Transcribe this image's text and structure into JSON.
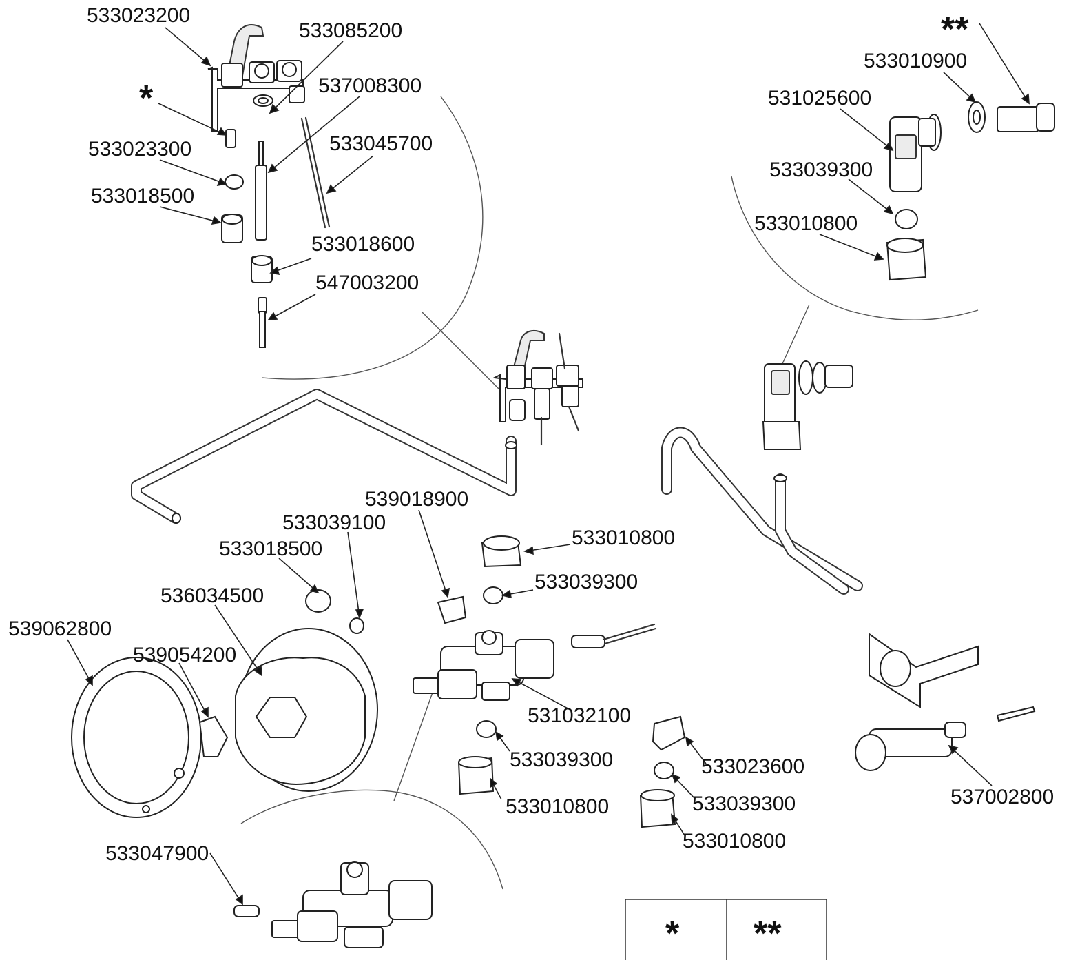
{
  "labels": {
    "top_left": {
      "l1": "533023200",
      "l2": "533085200",
      "l3": "537008300",
      "l4": "*",
      "l5": "533023300",
      "l6": "533045700",
      "l7": "533018500",
      "l8": "533018600",
      "l9": "547003200"
    },
    "top_right": {
      "l1": "**",
      "l2": "533010900",
      "l3": "531025600",
      "l4": "533039300",
      "l5": "533010800"
    },
    "middle": {
      "l1": "539018900",
      "l2": "533039100",
      "l3": "533010800",
      "l4": "533018500",
      "l5": "533039300",
      "l6": "536034500",
      "l7": "539062800",
      "l8": "539054200",
      "l9": "531032100"
    },
    "lower": {
      "l1": "533039300",
      "l2": "533023600",
      "l3": "533010800",
      "l4": "533039300",
      "l5": "533010800",
      "l6": "537002800",
      "l7": "533047900"
    }
  },
  "legend_table": {
    "cell1": "*",
    "cell2": "**"
  }
}
